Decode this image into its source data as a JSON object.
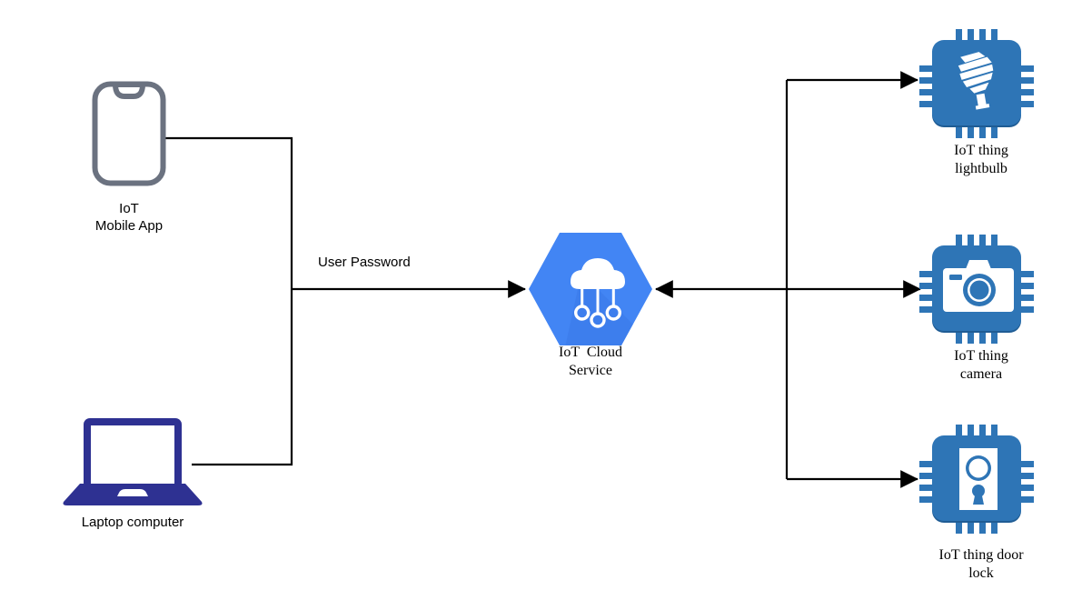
{
  "diagram": {
    "title": "IoT Cloud Service architecture diagram",
    "background": "#ffffff",
    "colors": {
      "wire": "#000000",
      "phone_stroke": "#6B7280",
      "laptop": "#2E3192",
      "cloud_hex": "#4285F4",
      "cloud_hex_shadow": "#3B78E7",
      "chip": "#2E75B6",
      "chip_shadow": "#1F5C94",
      "icon_white": "#ffffff"
    },
    "nodes": [
      {
        "id": "mobile-app",
        "icon": "mobile-phone-icon",
        "label": "IoT\nMobile App",
        "label_font": "sans"
      },
      {
        "id": "laptop",
        "icon": "laptop-icon",
        "label": "Laptop computer",
        "label_font": "sans"
      },
      {
        "id": "cloud-service",
        "icon": "iot-cloud-hexagon-icon",
        "label": "IoT  Cloud\nService",
        "label_font": "serif"
      },
      {
        "id": "thing-lightbulb",
        "icon": "chip-lightbulb-icon",
        "label": "IoT thing\nlightbulb",
        "label_font": "serif"
      },
      {
        "id": "thing-camera",
        "icon": "chip-camera-icon",
        "label": "IoT thing\ncamera",
        "label_font": "serif"
      },
      {
        "id": "thing-door-lock",
        "icon": "chip-door-lock-icon",
        "label": "IoT thing door\nlock",
        "label_font": "serif"
      }
    ],
    "edges": [
      {
        "id": "clients-to-cloud",
        "from": "mobile-app, laptop",
        "to": "cloud-service",
        "label": "User Password",
        "direction": "right"
      },
      {
        "id": "bus-to-lightbulb",
        "from": "device-bus",
        "to": "thing-lightbulb",
        "label": "",
        "direction": "right"
      },
      {
        "id": "bus-to-camera",
        "from": "device-bus",
        "to": "thing-camera",
        "label": "",
        "direction": "right"
      },
      {
        "id": "bus-to-cloud",
        "from": "device-bus",
        "to": "cloud-service",
        "label": "",
        "direction": "left"
      },
      {
        "id": "bus-to-door-lock",
        "from": "device-bus",
        "to": "thing-door-lock",
        "label": "",
        "direction": "right"
      }
    ]
  }
}
